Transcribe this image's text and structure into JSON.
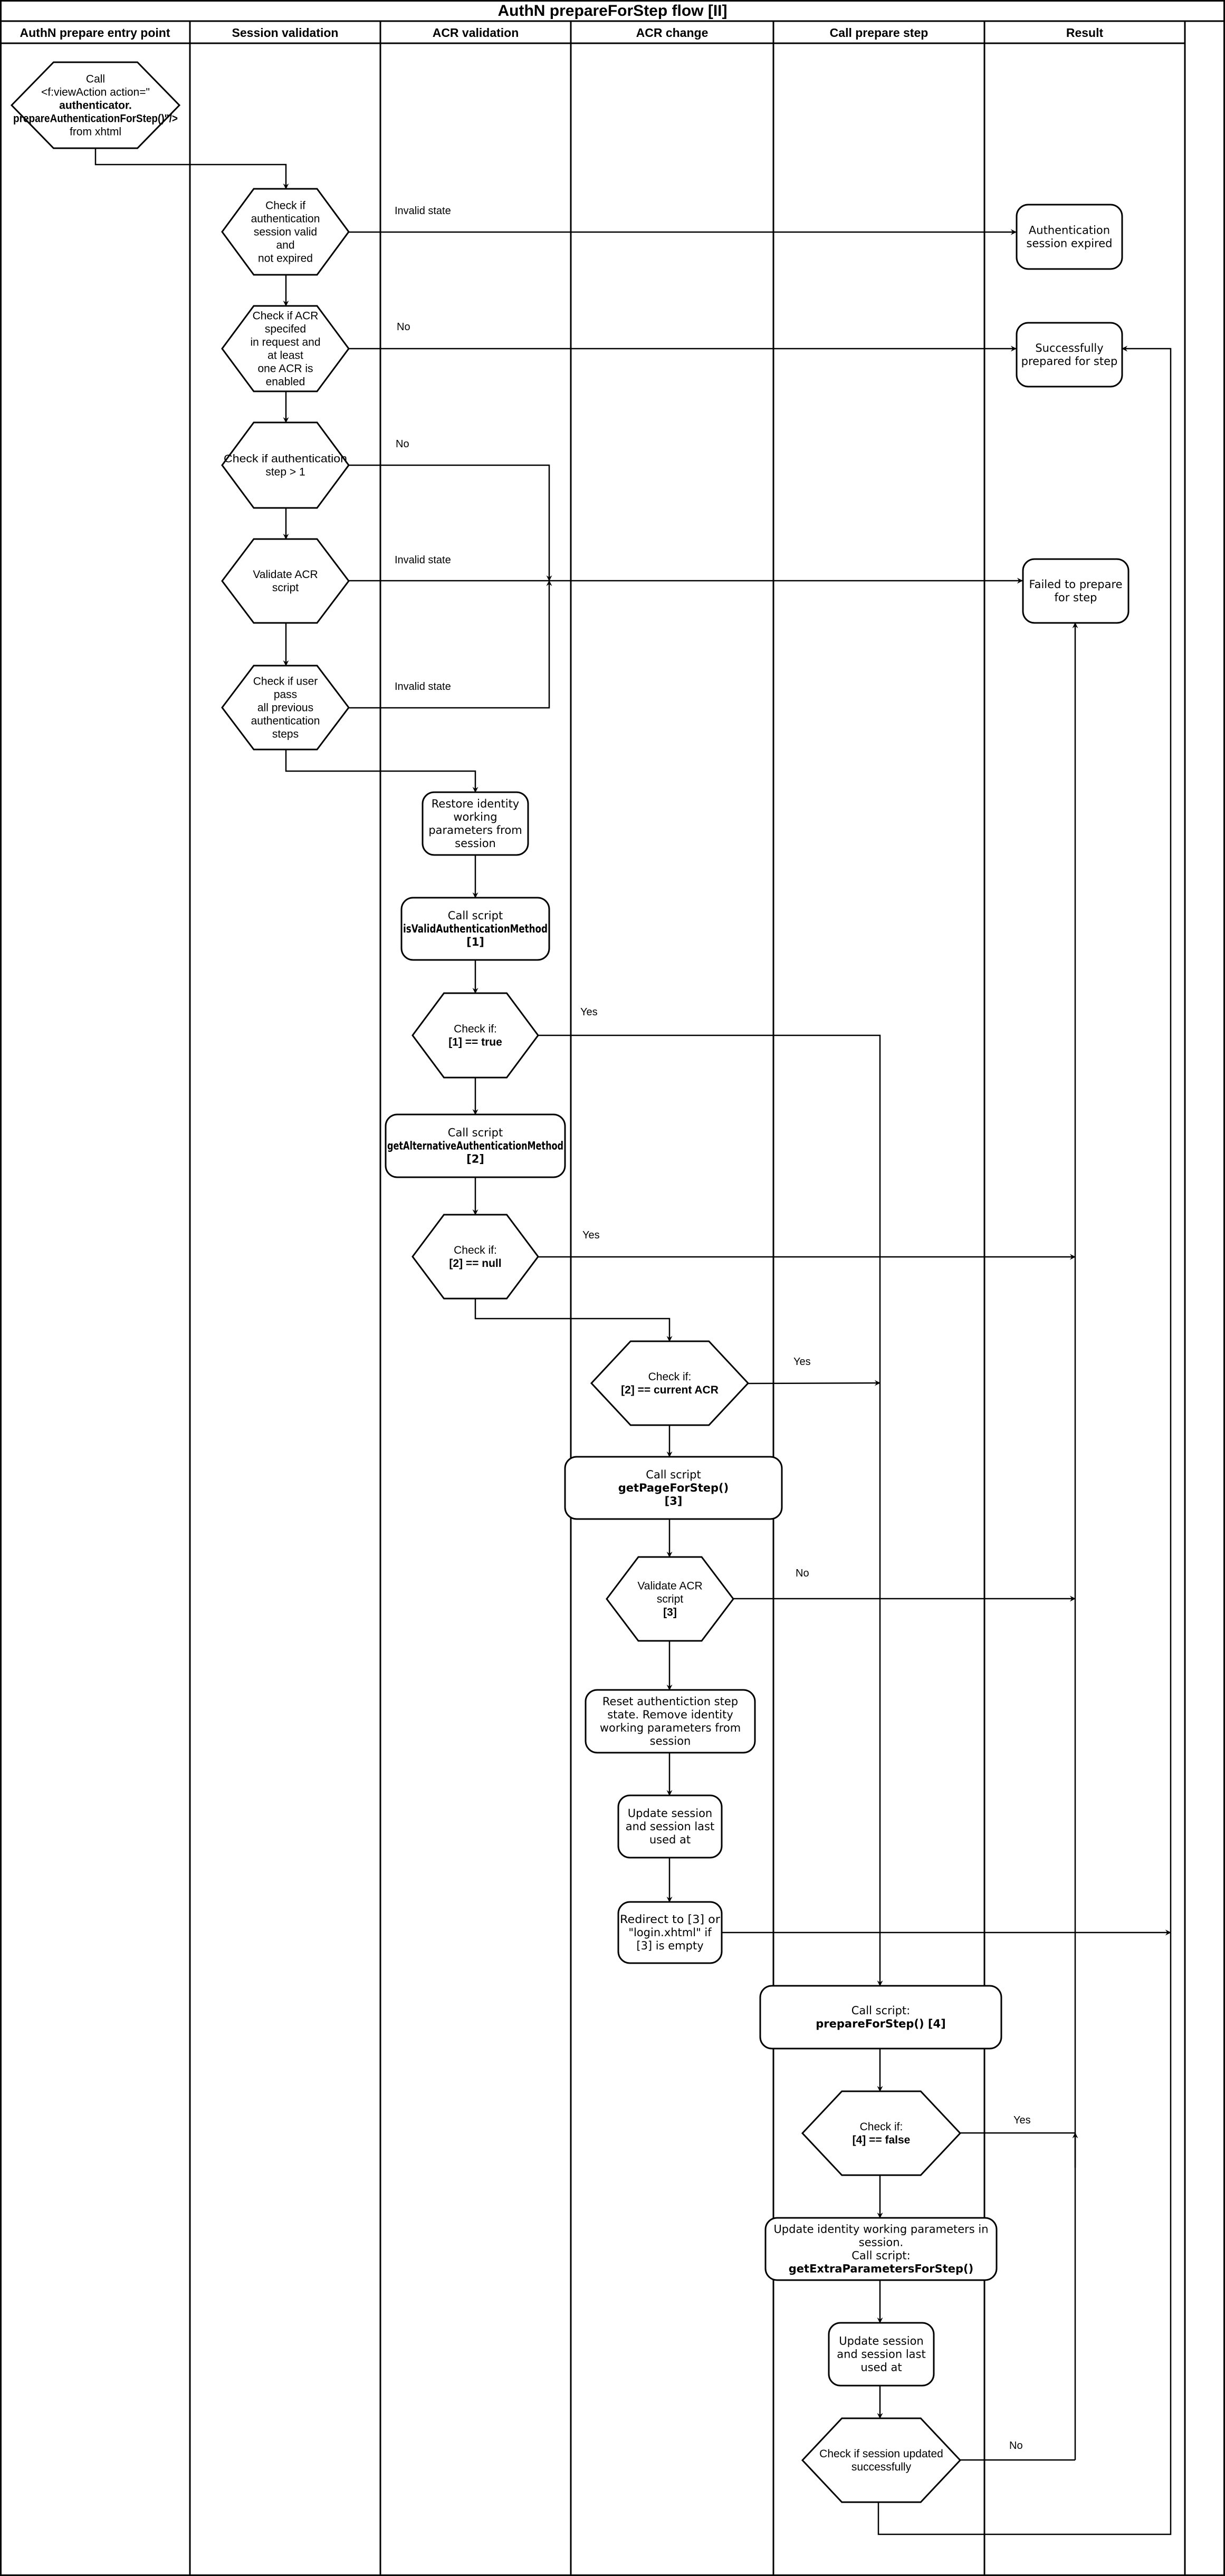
{
  "title": "AuthN prepareForStep flow [II]",
  "lanes": [
    "AuthN prepare entry point",
    "Session validation",
    "ACR validation",
    "ACR change",
    "Call prepare step",
    "Result"
  ],
  "nodes": {
    "entry": [
      {
        "t": "Call"
      },
      {
        "t": "<f:viewAction action=\""
      },
      {
        "t": "authenticator.",
        "b": true
      },
      {
        "t": "prepareAuthenticationForStep()\"/>",
        "b": true
      },
      {
        "t": "from xhtml"
      }
    ],
    "check-session": [
      {
        "t": "Check if"
      },
      {
        "t": "authentication"
      },
      {
        "t": "session valid"
      },
      {
        "t": "and"
      },
      {
        "t": "not expired"
      }
    ],
    "check-acr": [
      {
        "t": "Check if ACR"
      },
      {
        "t": "specifed"
      },
      {
        "t": "in request and"
      },
      {
        "t": "at least"
      },
      {
        "t": "one ACR is"
      },
      {
        "t": "enabled"
      }
    ],
    "check-step": [
      {
        "t": "Check if authentication"
      },
      {
        "t": "step > 1"
      }
    ],
    "validate-acr": [
      {
        "t": "Validate ACR"
      },
      {
        "t": "script"
      }
    ],
    "check-prev-steps": [
      {
        "t": "Check if user"
      },
      {
        "t": "pass"
      },
      {
        "t": "all previous"
      },
      {
        "t": "authentication"
      },
      {
        "t": "steps"
      }
    ],
    "restore-params": [
      {
        "t": "Restore identity"
      },
      {
        "t": "working"
      },
      {
        "t": "parameters from"
      },
      {
        "t": "session"
      }
    ],
    "call-is-valid": [
      {
        "t": "Call script"
      },
      {
        "t": "isValidAuthenticationMethod",
        "b": true
      },
      {
        "t": "[1]",
        "b": true
      }
    ],
    "check-1-true": [
      {
        "t": "Check if:"
      },
      {
        "t": "[1] == true",
        "b": true
      }
    ],
    "call-get-alt": [
      {
        "t": "Call script"
      },
      {
        "t": "getAlternativeAuthenticationMethod",
        "b": true
      },
      {
        "t": "[2]",
        "b": true
      }
    ],
    "check-2-null": [
      {
        "t": "Check if:"
      },
      {
        "t": "[2] == null",
        "b": true
      }
    ],
    "check-2-current": [
      {
        "t": "Check if:"
      },
      {
        "t": "[2] == current  ACR",
        "b": true
      }
    ],
    "call-get-page": [
      {
        "t": "Call script"
      },
      {
        "t": "getPageForStep()",
        "b": true
      },
      {
        "t": "[3]",
        "b": true
      }
    ],
    "validate-acr-3": [
      {
        "t": "Validate ACR"
      },
      {
        "t": "script"
      },
      {
        "t": "[3]",
        "b": true
      }
    ],
    "reset-step": [
      {
        "t": "Reset authentiction step"
      },
      {
        "t": "state. Remove identity"
      },
      {
        "t": "working parameters from"
      },
      {
        "t": "session"
      }
    ],
    "update-session-1": [
      {
        "t": "Update session"
      },
      {
        "t": "and session last"
      },
      {
        "t": "used at"
      }
    ],
    "redirect": [
      {
        "t": "Redirect to [3] or"
      },
      {
        "t": "\"login.xhtml\" if"
      },
      {
        "t": "[3] is empty"
      }
    ],
    "call-prepare": [
      {
        "t": "Call script:"
      },
      {
        "t": "prepareForStep() [4]",
        "b": true
      }
    ],
    "check-4-false": [
      {
        "t": "Check if:"
      },
      {
        "t": "[4] == false",
        "b": true
      }
    ],
    "update-identity": [
      {
        "t": "Update identity working parameters in"
      },
      {
        "t": "session."
      },
      {
        "t": "Call script:"
      },
      {
        "t": "getExtraParametersForStep()",
        "b": true
      }
    ],
    "update-session-2": [
      {
        "t": "Update session"
      },
      {
        "t": "and session last"
      },
      {
        "t": "used at"
      }
    ],
    "check-session-updated": [
      {
        "t": "Check if session updated"
      },
      {
        "t": "successfully"
      }
    ],
    "result-expired": [
      {
        "t": "Authentication"
      },
      {
        "t": "session expired"
      }
    ],
    "result-success": [
      {
        "t": "Successfully"
      },
      {
        "t": "prepared for step"
      }
    ],
    "result-failed": [
      {
        "t": "Failed to prepare"
      },
      {
        "t": "for step"
      }
    ]
  },
  "edge_labels": {
    "session-invalid": "Invalid state",
    "acr-no": "No",
    "step-no": "No",
    "validate-invalid": "Invalid state",
    "prev-invalid": "Invalid state",
    "is-valid-yes": "Yes",
    "alt-null-yes": "Yes",
    "current-yes": "Yes",
    "validate3-no": "No",
    "prepare-false-yes": "Yes",
    "session-updated-no": "No"
  }
}
